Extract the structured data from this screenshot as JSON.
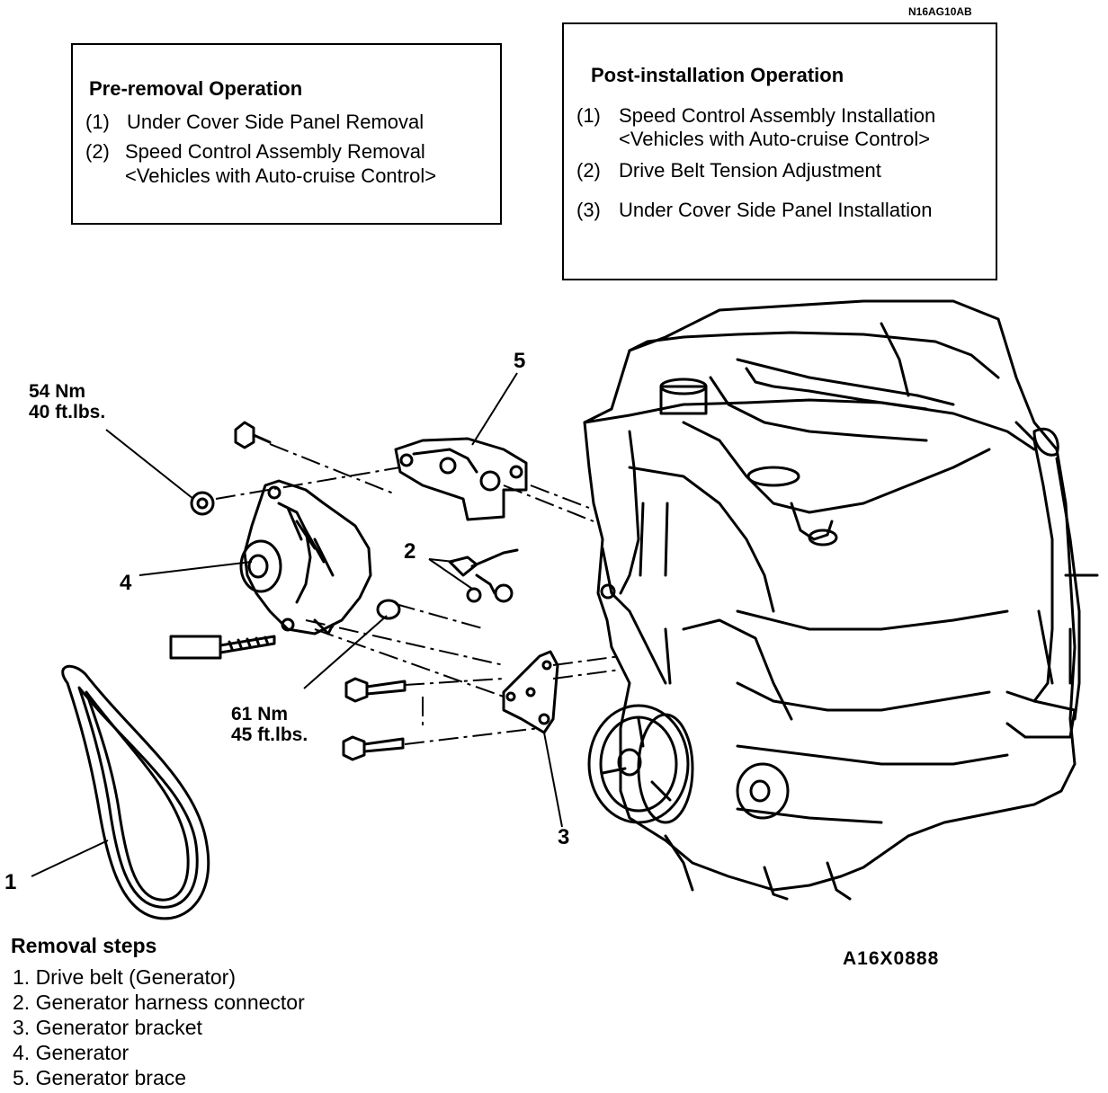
{
  "doc_code": "N16AG10AB",
  "figure_code": "A16X0888",
  "pre_removal": {
    "title": "Pre-removal Operation",
    "items": [
      {
        "num": "(1)",
        "lines": [
          "Under Cover Side Panel Removal"
        ]
      },
      {
        "num": "(2)",
        "lines": [
          "Speed Control Assembly Removal",
          "<Vehicles with Auto-cruise Control>"
        ]
      }
    ]
  },
  "post_installation": {
    "title": "Post-installation Operation",
    "items": [
      {
        "num": "(1)",
        "lines": [
          "Speed Control Assembly Installation",
          "<Vehicles with Auto-cruise Control>"
        ]
      },
      {
        "num": "(2)",
        "lines": [
          "Drive Belt Tension Adjustment"
        ]
      },
      {
        "num": "(3)",
        "lines": [
          "Under Cover Side Panel Installation"
        ]
      }
    ]
  },
  "torque_labels": {
    "upper": {
      "nm": "54 Nm",
      "ftlbs": "40 ft.lbs."
    },
    "lower": {
      "nm": "61 Nm",
      "ftlbs": "45 ft.lbs."
    }
  },
  "callouts": [
    "1",
    "2",
    "3",
    "4",
    "5"
  ],
  "removal_steps": {
    "title": "Removal steps",
    "steps": [
      "1. Drive belt (Generator)",
      "2. Generator harness connector",
      "3. Generator bracket",
      "4. Generator",
      "5. Generator brace"
    ]
  }
}
